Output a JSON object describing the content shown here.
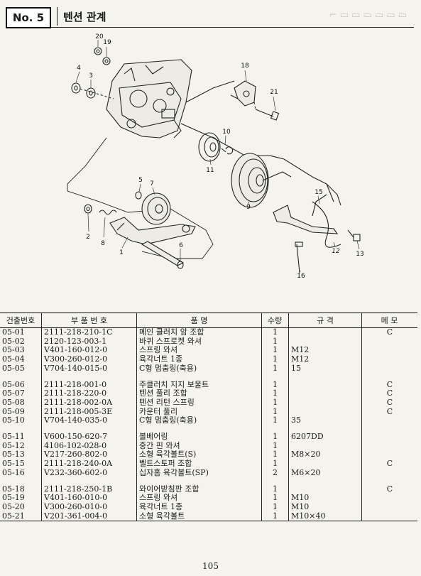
{
  "header": {
    "number": "No. 5",
    "title": "텐션 관계"
  },
  "table": {
    "headers": [
      "건출번호",
      "부 품 번 호",
      "품 명",
      "수량",
      "규 격",
      "메 모"
    ],
    "groups": [
      [
        {
          "index": "05-01",
          "part": "2111-218-210-1C",
          "name": "메인 클러치 암 조합",
          "qty": "1",
          "spec": "",
          "memo": "C"
        },
        {
          "index": "05-02",
          "part": "2120-123-003-1",
          "name": "바퀴 스프로켓 와셔",
          "qty": "1",
          "spec": "",
          "memo": ""
        },
        {
          "index": "05-03",
          "part": "V401-160-012-0",
          "name": "스프링 와셔",
          "qty": "1",
          "spec": "M12",
          "memo": ""
        },
        {
          "index": "05-04",
          "part": "V300-260-012-0",
          "name": "육각너트 1종",
          "qty": "1",
          "spec": "M12",
          "memo": ""
        },
        {
          "index": "05-05",
          "part": "V704-140-015-0",
          "name": "C형 멈춤링(축용)",
          "qty": "1",
          "spec": "15",
          "memo": ""
        }
      ],
      [
        {
          "index": "05-06",
          "part": "2111-218-001-0",
          "name": "주클러치 지지 보울트",
          "qty": "1",
          "spec": "",
          "memo": "C"
        },
        {
          "index": "05-07",
          "part": "2111-218-220-0",
          "name": "텐션 풀리 조합",
          "qty": "1",
          "spec": "",
          "memo": "C"
        },
        {
          "index": "05-08",
          "part": "2111-218-002-0A",
          "name": "텐션 리턴 스프링",
          "qty": "1",
          "spec": "",
          "memo": "C"
        },
        {
          "index": "05-09",
          "part": "2111-218-005-3E",
          "name": "카운터 풀리",
          "qty": "1",
          "spec": "",
          "memo": "C"
        },
        {
          "index": "05-10",
          "part": "V704-140-035-0",
          "name": "C형 멈춤링(축용)",
          "qty": "1",
          "spec": "35",
          "memo": ""
        }
      ],
      [
        {
          "index": "05-11",
          "part": "V600-150-620-7",
          "name": "볼베어링",
          "qty": "1",
          "spec": "6207DD",
          "memo": ""
        },
        {
          "index": "05-12",
          "part": "4106-102-028-0",
          "name": "중간 핀 와셔",
          "qty": "1",
          "spec": "",
          "memo": ""
        },
        {
          "index": "05-13",
          "part": "V217-260-802-0",
          "name": "소형 육각볼트(S)",
          "qty": "1",
          "spec": "M8×20",
          "memo": ""
        },
        {
          "index": "05-15",
          "part": "2111-218-240-0A",
          "name": "벨트스토퍼 조합",
          "qty": "1",
          "spec": "",
          "memo": "C"
        },
        {
          "index": "05-16",
          "part": "V232-360-602-0",
          "name": "십자홈 육각볼트(SP)",
          "qty": "2",
          "spec": "M6×20",
          "memo": ""
        }
      ],
      [
        {
          "index": "05-18",
          "part": "2111-218-250-1B",
          "name": "와이어받침판 조합",
          "qty": "1",
          "spec": "",
          "memo": "C"
        },
        {
          "index": "05-19",
          "part": "V401-160-010-0",
          "name": "스프링 와셔",
          "qty": "1",
          "spec": "M10",
          "memo": ""
        },
        {
          "index": "05-20",
          "part": "V300-260-010-0",
          "name": "육각너트 1종",
          "qty": "1",
          "spec": "M10",
          "memo": ""
        },
        {
          "index": "05-21",
          "part": "V201-361-004-0",
          "name": "소형 육각볼트",
          "qty": "1",
          "spec": "M10×40",
          "memo": ""
        }
      ]
    ]
  },
  "diagram_callouts": [
    "20",
    "19",
    "4",
    "3",
    "18",
    "21",
    "10",
    "11",
    "5",
    "7",
    "2",
    "8",
    "1",
    "6",
    "9",
    "15",
    "12",
    "13",
    "16"
  ],
  "page_number": "105"
}
